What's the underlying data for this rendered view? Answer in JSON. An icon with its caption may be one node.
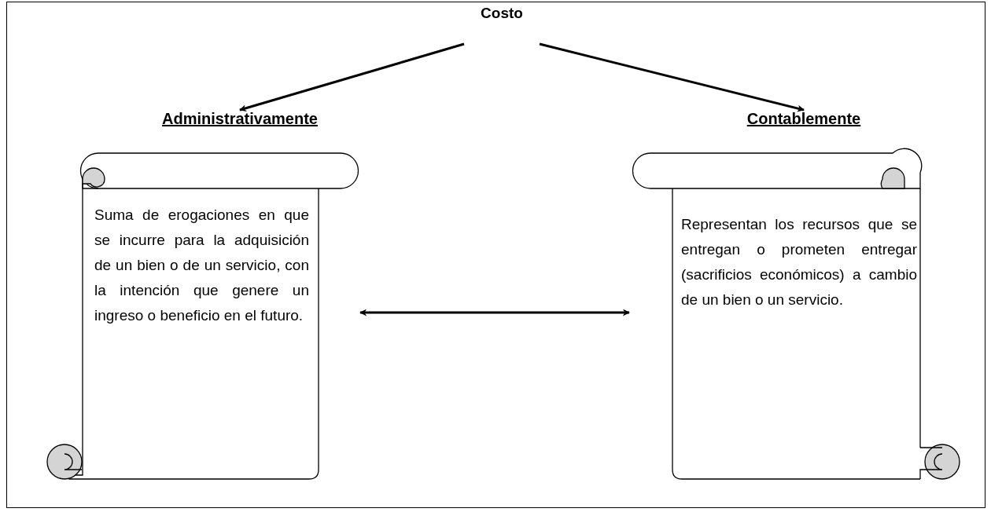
{
  "diagram": {
    "nodes": [
      {
        "text": [
          "Costo"
        ]
      },
      {
        "text": [
          "Administrativamente",
          "Suma de erogaciones en que se incurre para la adquisición de un bien o de un servicio, con la intención que genere un ingreso o beneficio en el futuro."
        ]
      },
      {
        "text": [
          "Contablemente",
          "Representan los recursos que se entregan o prometen entregar (sacrificios económicos) a cambio de un bien o un servicio."
        ]
      }
    ],
    "edges": [
      {
        "from": 0,
        "to": 1,
        "arrow": "to"
      },
      {
        "from": 0,
        "to": 2,
        "arrow": "to"
      },
      {
        "from": 1,
        "to": 2,
        "arrow": "both"
      }
    ]
  }
}
